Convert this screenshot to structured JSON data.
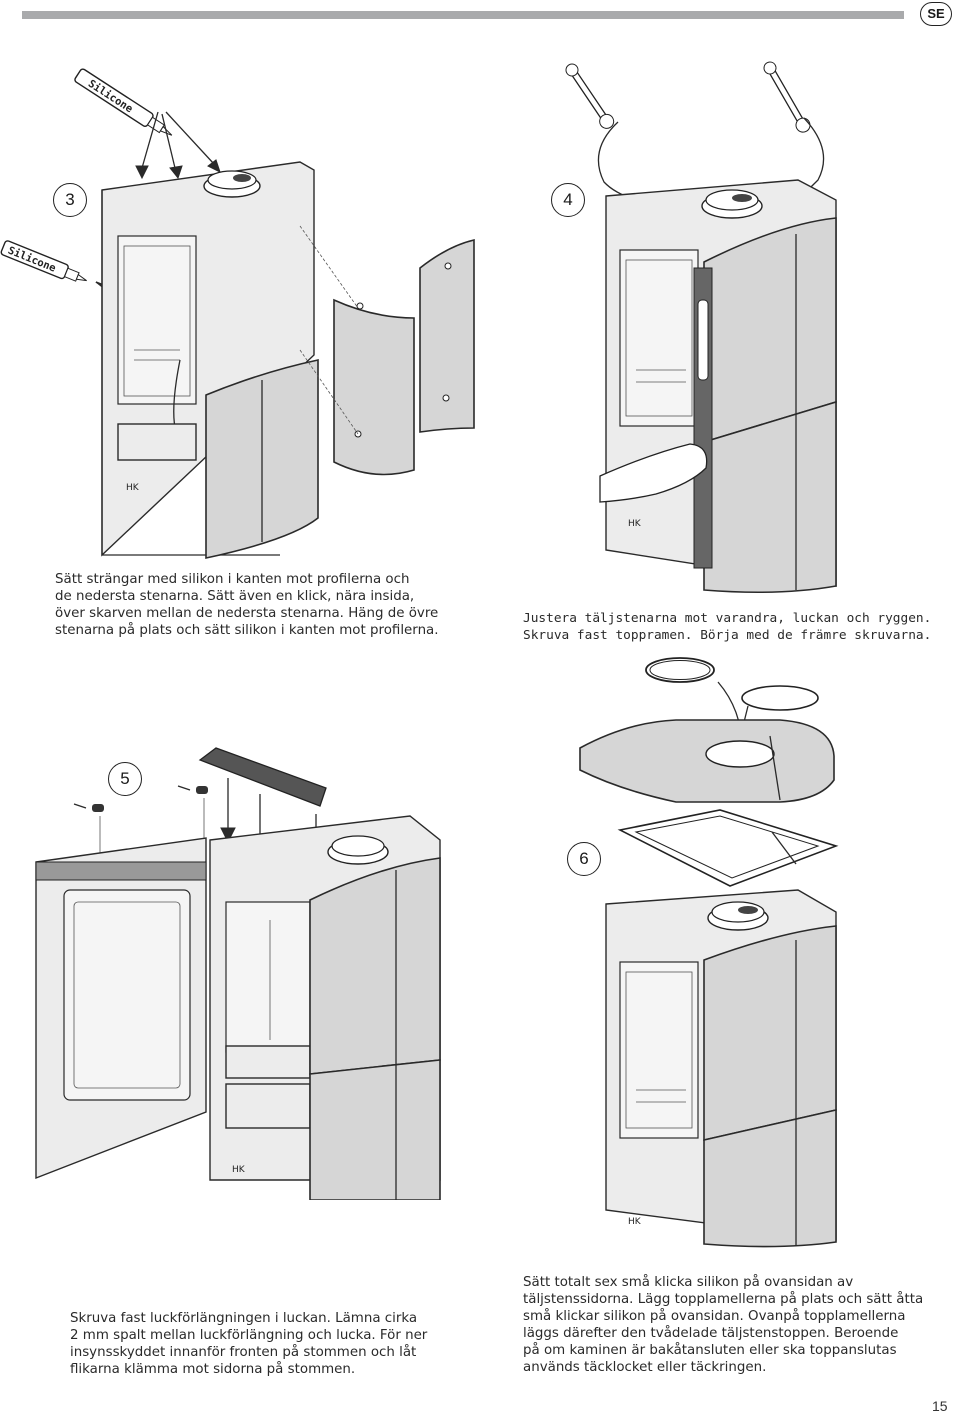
{
  "header": {
    "language_badge": "SE"
  },
  "steps": [
    {
      "number": "3",
      "text": "Sätt strängar med silikon i kanten mot profilerna och\nde nedersta stenarna. Sätt även en klick, nära insida,\növer skarven mellan de nedersta stenarna. Häng de övre\nstenarna på plats och sätt silikon i kanten mot profilerna."
    },
    {
      "number": "4",
      "text": "Justera täljstenarna mot varandra, luckan och ryggen.\nSkruva fast toppramen. Börja med de främre skruvarna."
    },
    {
      "number": "5",
      "text": "Skruva fast luckförlängningen i luckan. Lämna cirka\n2 mm spalt mellan luckförlängning och lucka. För ner\ninsynsskyddet innanför fronten på stommen och låt\nflikarna klämma mot sidorna på stommen."
    },
    {
      "number": "6",
      "text": "Sätt totalt sex små klicka silikon på ovansidan av\ntäljstenssidorna. Lägg topplamellerna på plats och sätt åtta\nsmå klickar silikon på ovansidan. Ovanpå topplamellerna\nläggs därefter den tvådelade täljstenstoppen. Beroende\npå om kaminen är bakåtansluten eller ska toppanslutas\nanvänds täcklocket eller täckringen."
    }
  ],
  "labels": {
    "silicone_tube_1": "Silicone",
    "silicone_tube_2": "Silicone",
    "stove_badge": "HK"
  },
  "footer": {
    "page_number": "15"
  }
}
